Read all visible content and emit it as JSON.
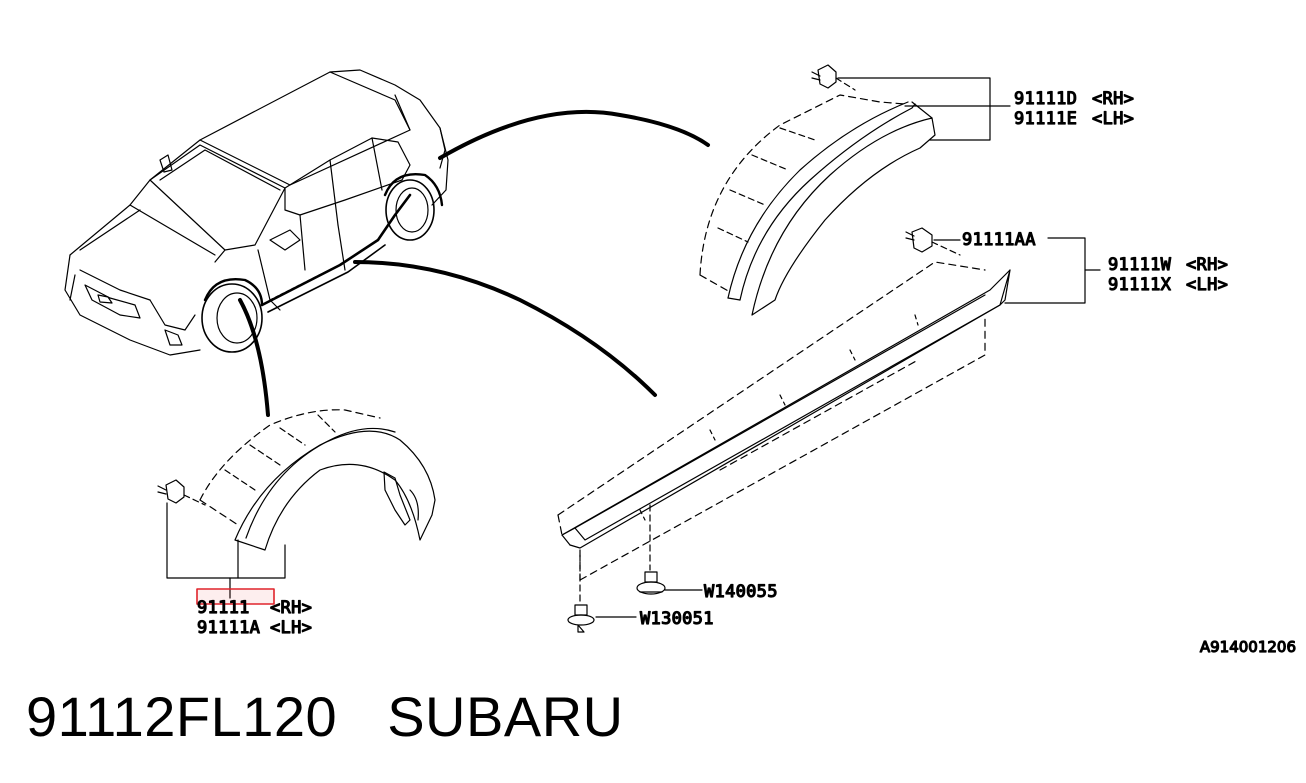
{
  "diagram": {
    "callouts": {
      "wheel_arch_rear": {
        "part": "91111D",
        "side_rh": "<RH>",
        "part_lh": "91111E",
        "side_lh": "<LH>"
      },
      "clip_side_sill": {
        "part": "91111AA"
      },
      "side_sill": {
        "part_rh": "91111W",
        "side_rh": "<RH>",
        "part_lh": "91111X",
        "side_lh": "<LH>"
      },
      "wheel_arch_front": {
        "part_rh": "91111",
        "side_rh": "<RH>",
        "part_lh": "91111A",
        "side_lh": "<LH>"
      },
      "screw_1": {
        "part": "W140055"
      },
      "screw_2": {
        "part": "W130051"
      }
    },
    "drawing_code": "A914001206",
    "highlight_color": "#e0242b"
  },
  "footer": {
    "part_number": "91112FL120",
    "brand": "SUBARU"
  }
}
